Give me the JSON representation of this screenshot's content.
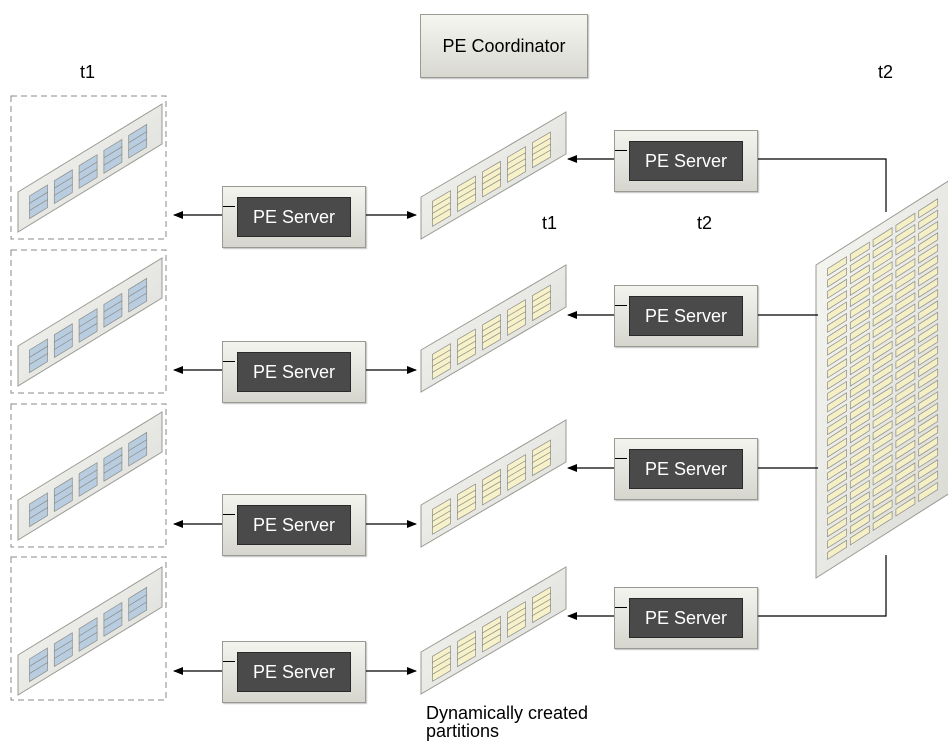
{
  "coordinator": {
    "label": "PE Coordinator"
  },
  "labels": {
    "t1_left": "t1",
    "t2_right": "t2",
    "t1_mid": "t1",
    "t2_mid": "t2",
    "note_line1": "Dynamically created",
    "note_line2": "partitions"
  },
  "servers": {
    "left": [
      "PE Server",
      "PE Server",
      "PE Server",
      "PE Server"
    ],
    "right": [
      "PE Server",
      "PE Server",
      "PE Server",
      "PE Server"
    ]
  },
  "colors": {
    "t1_cell": "#b9cde0",
    "partition_cell": "#f6f1c8",
    "t2_cell": "#f4efc4",
    "dashed_border": "#888888",
    "server_inner": "#4a4a4a"
  }
}
